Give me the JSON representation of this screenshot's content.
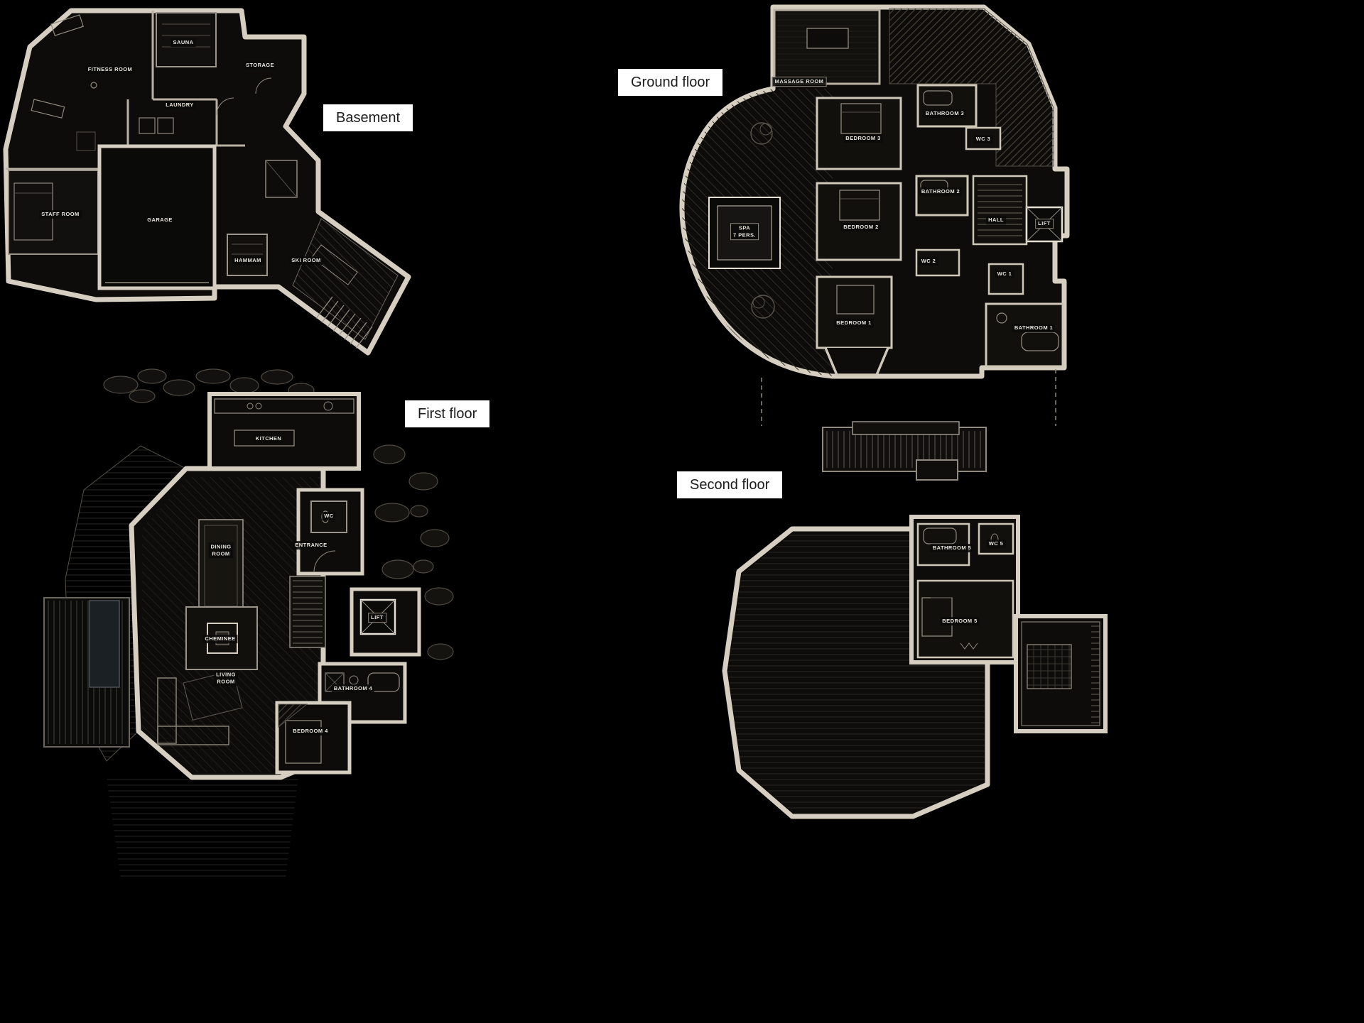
{
  "colors": {
    "background": "#000000",
    "wall": "#d6cec0",
    "floor_label_bg": "#ffffff",
    "floor_label_text": "#1c1c1c",
    "room_label_text": "#e8e5de"
  },
  "floors": {
    "basement": {
      "title": "Basement",
      "rooms": [
        {
          "label": "FITNESS ROOM"
        },
        {
          "label": "SAUNA"
        },
        {
          "label": "STORAGE"
        },
        {
          "label": "LAUNDRY"
        },
        {
          "label": "STAFF ROOM"
        },
        {
          "label": "GARAGE"
        },
        {
          "label": "HAMMAM"
        },
        {
          "label": "SKI ROOM"
        }
      ]
    },
    "ground": {
      "title": "Ground floor",
      "rooms": [
        {
          "label": "MASSAGE ROOM"
        },
        {
          "label": "BEDROOM 3"
        },
        {
          "label": "BATHROOM 3"
        },
        {
          "label": "WC 3"
        },
        {
          "label": "BATHROOM 2"
        },
        {
          "label": "BEDROOM 2"
        },
        {
          "label": "SPA\n7 PERS."
        },
        {
          "label": "HALL"
        },
        {
          "label": "LIFT"
        },
        {
          "label": "WC 2"
        },
        {
          "label": "WC 1"
        },
        {
          "label": "BEDROOM 1"
        },
        {
          "label": "BATHROOM 1"
        }
      ]
    },
    "first": {
      "title": "First floor",
      "rooms": [
        {
          "label": "KITCHEN"
        },
        {
          "label": "WC"
        },
        {
          "label": "ENTRANCE"
        },
        {
          "label": "DINING\nROOM"
        },
        {
          "label": "LIFT"
        },
        {
          "label": "CHEMINEE"
        },
        {
          "label": "LIVING\nROOM"
        },
        {
          "label": "BATHROOM 4"
        },
        {
          "label": "BEDROOM 4"
        }
      ]
    },
    "second": {
      "title": "Second floor",
      "rooms": [
        {
          "label": "BATHROOM 5"
        },
        {
          "label": "WC 5"
        },
        {
          "label": "BEDROOM 5"
        }
      ]
    }
  }
}
